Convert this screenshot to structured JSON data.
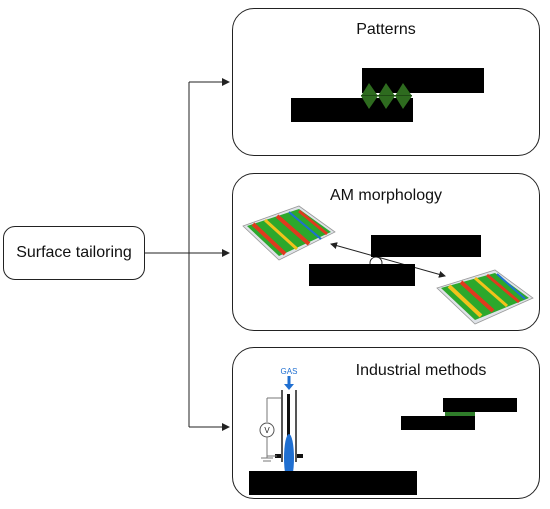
{
  "source": {
    "label": "Surface tailoring"
  },
  "boxes": {
    "patterns": {
      "title": "Patterns"
    },
    "am_morphology": {
      "title": "AM morphology"
    },
    "industrial_methods": {
      "title": "Industrial methods",
      "gas_label": "GAS",
      "voltmeter_label": "V"
    }
  },
  "colors": {
    "pattern_green": "#2e6b1f",
    "nozzle_blue": "#1f6fd1",
    "accent_green": "#2f7d2a"
  }
}
